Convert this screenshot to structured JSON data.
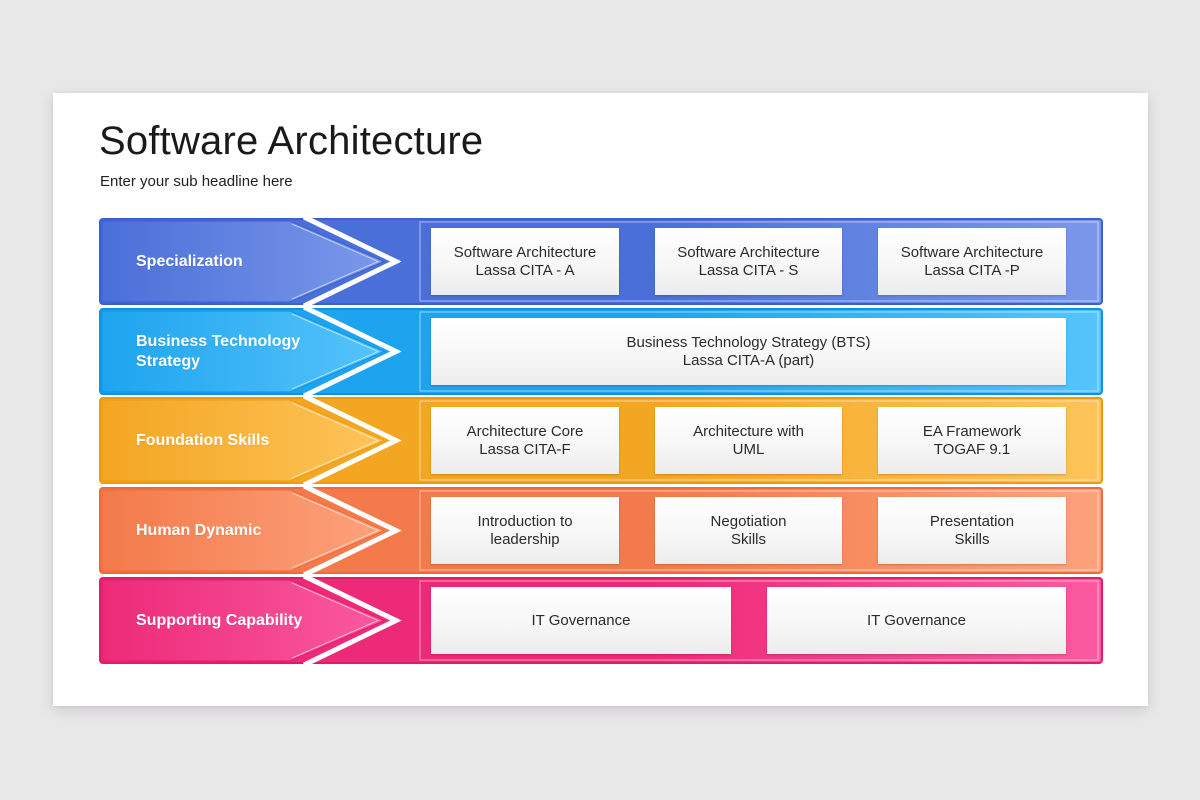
{
  "slide": {
    "title": "Software Architecture",
    "subtitle": "Enter your sub headline here"
  },
  "rows": [
    {
      "label": "Specialization",
      "colors": {
        "main": "#4a6fd8",
        "light": "#7b98ea",
        "dark": "#3a5fcf"
      },
      "items": [
        "Software Architecture\nLassa CITA - A",
        "Software Architecture\nLassa CITA - S",
        "Software Architecture\nLassa CITA -P"
      ]
    },
    {
      "label": "Business Technology\nStrategy",
      "colors": {
        "main": "#1ea4ef",
        "light": "#56c4fb",
        "dark": "#1192e0"
      },
      "items": [
        "Business Technology  Strategy (BTS)\nLassa CITA-A (part)"
      ]
    },
    {
      "label": "Foundation  Skills",
      "colors": {
        "main": "#f3a622",
        "light": "#fec45a",
        "dark": "#ee9a10"
      },
      "items": [
        "Architecture Core\nLassa CITA-F",
        "Architecture with\nUML",
        "EA Framework\nTOGAF 9.1"
      ]
    },
    {
      "label": "Human Dynamic",
      "colors": {
        "main": "#f37a4a",
        "light": "#fda27c",
        "dark": "#ef6a36"
      },
      "items": [
        "Introduction to\nleadership",
        "Negotiation\nSkills",
        "Presentation\nSkills"
      ]
    },
    {
      "label": "Supporting Capability",
      "colors": {
        "main": "#ed2a78",
        "light": "#fa5aa0",
        "dark": "#e41b69"
      },
      "items": [
        "IT Governance",
        "IT Governance"
      ]
    }
  ]
}
